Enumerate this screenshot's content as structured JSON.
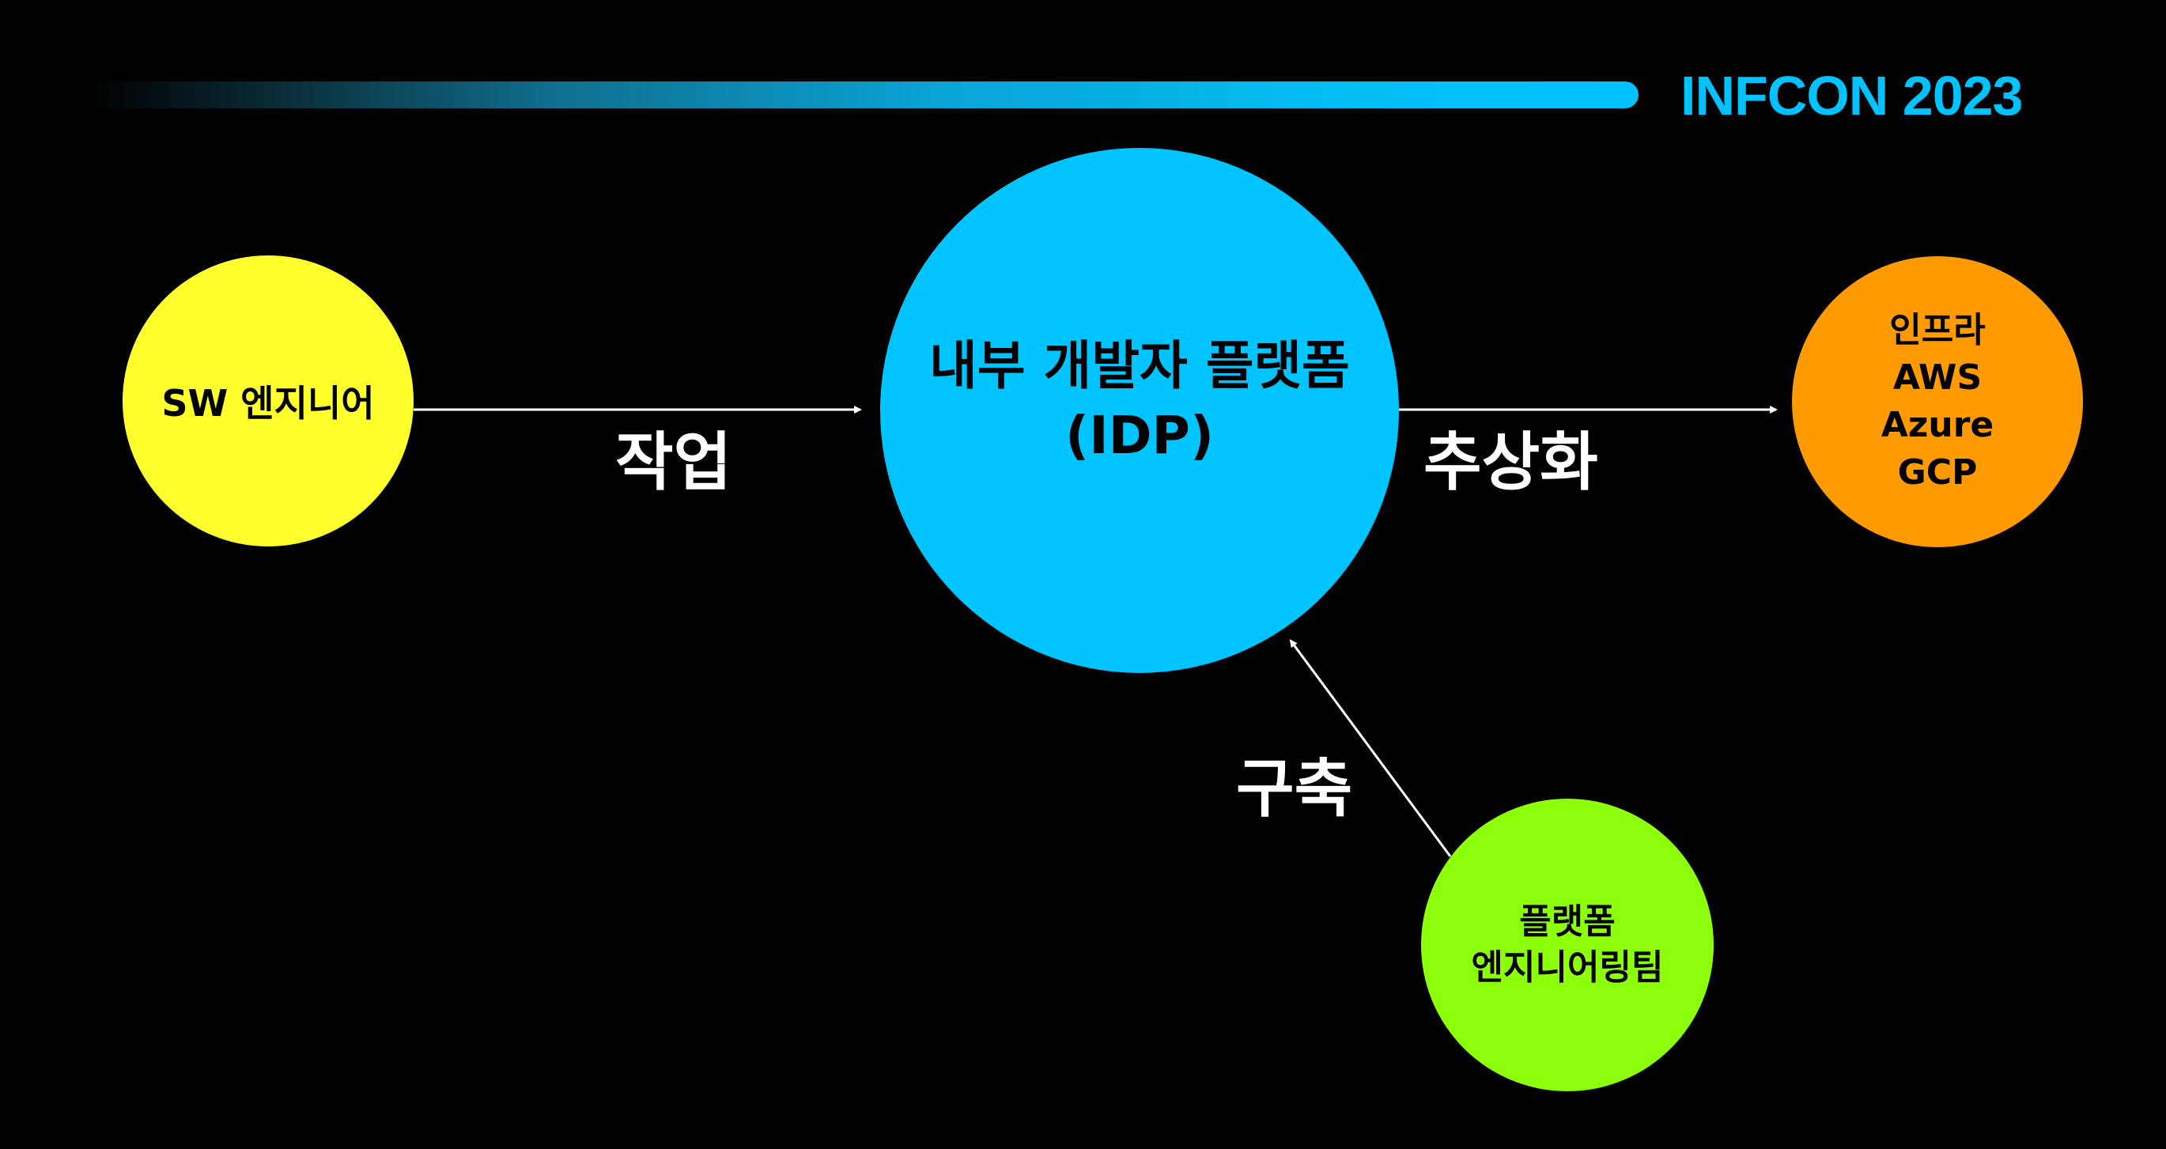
{
  "header": {
    "brand": "INFCON 2023"
  },
  "nodes": {
    "sw_engineer": {
      "label": "SW 엔지니어",
      "color": "#ffff2e"
    },
    "idp": {
      "label": "내부 개발자 플랫폼\n(IDP)",
      "color": "#00c4ff"
    },
    "infra": {
      "label": "인프라\nAWS\nAzure\nGCP",
      "color": "#ff9b00"
    },
    "platform_team": {
      "label": "플랫폼\n엔지니어링팀",
      "color": "#8cff0a"
    }
  },
  "edges": {
    "work": {
      "from": "sw_engineer",
      "to": "idp",
      "label": "작업"
    },
    "abstract": {
      "from": "idp",
      "to": "infra",
      "label": "추상화"
    },
    "build": {
      "from": "platform_team",
      "to": "idp",
      "label": "구축"
    }
  },
  "colors": {
    "background": "#000000",
    "accent": "#00c2ff",
    "arrow": "#ffffff"
  }
}
